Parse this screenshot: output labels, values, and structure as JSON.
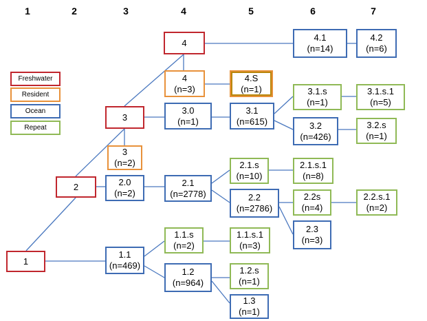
{
  "columns": [
    "1",
    "2",
    "3",
    "4",
    "5",
    "6",
    "7"
  ],
  "legend": {
    "freshwater": "Freshwater",
    "resident": "Resident",
    "ocean": "Ocean",
    "repeat": "Repeat"
  },
  "colors": {
    "freshwater": "#c0262d",
    "resident": "#e8913a",
    "ocean": "#3d6bb3",
    "repeat": "#8fb955",
    "edge": "#4a78bf"
  },
  "nodes": {
    "n1": {
      "label": "1",
      "count": ""
    },
    "n2": {
      "label": "2",
      "count": ""
    },
    "n3": {
      "label": "3",
      "count": ""
    },
    "n4": {
      "label": "4",
      "count": ""
    },
    "n3r": {
      "label": "3",
      "count": "(n=2)"
    },
    "n4r": {
      "label": "4",
      "count": "(n=3)"
    },
    "n4S": {
      "label": "4.S",
      "count": "(n=1)"
    },
    "n30": {
      "label": "3.0",
      "count": "(n=1)"
    },
    "n31": {
      "label": "3.1",
      "count": "(n=615)"
    },
    "n41": {
      "label": "4.1",
      "count": "(n=14)"
    },
    "n42": {
      "label": "4.2",
      "count": "(n=6)"
    },
    "n31s": {
      "label": "3.1.s",
      "count": "(n=1)"
    },
    "n31s1": {
      "label": "3.1.s.1",
      "count": "(n=5)"
    },
    "n32": {
      "label": "3.2",
      "count": "(n=426)"
    },
    "n32s": {
      "label": "3.2.s",
      "count": "(n=1)"
    },
    "n20": {
      "label": "2.0",
      "count": "(n=2)"
    },
    "n21": {
      "label": "2.1",
      "count": "(n=2778)"
    },
    "n21s": {
      "label": "2.1.s",
      "count": "(n=10)"
    },
    "n21s1": {
      "label": "2.1.s.1",
      "count": "(n=8)"
    },
    "n22": {
      "label": "2.2",
      "count": "(n=2786)"
    },
    "n22s": {
      "label": "2.2s",
      "count": "(n=4)"
    },
    "n22s1": {
      "label": "2.2.s.1",
      "count": "(n=2)"
    },
    "n23": {
      "label": "2.3",
      "count": "(n=3)"
    },
    "n11": {
      "label": "1.1",
      "count": "(n=469)"
    },
    "n11s": {
      "label": "1.1.s",
      "count": "(n=2)"
    },
    "n11s1": {
      "label": "1.1.s.1",
      "count": "(n=3)"
    },
    "n12": {
      "label": "1.2",
      "count": "(n=964)"
    },
    "n12s": {
      "label": "1.2.s",
      "count": "(n=1)"
    },
    "n13": {
      "label": "1.3",
      "count": "(n=1)"
    }
  }
}
